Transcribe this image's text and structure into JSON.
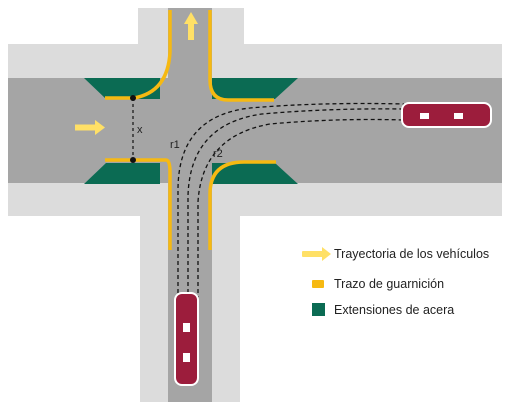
{
  "labels": {
    "gap": "x",
    "radius_1": "r1",
    "radius_2": "r2"
  },
  "legend": {
    "trajectory": "Trayectoria de los vehículos",
    "curb": "Trazo de guarnición",
    "extensions": "Extensiones de acera"
  },
  "colors": {
    "sidewalk": "#dcdcdc",
    "roadway": "#a5a5a5",
    "curb_line": "#f6b912",
    "sidewalk_extension": "#0b6b53",
    "trajectory_arrow": "#ffe066",
    "bus_body": "#9c1d3c",
    "path_line": "#111111"
  },
  "icons": {
    "direction": "arrow-right-icon",
    "vehicle": "bus-icon"
  }
}
